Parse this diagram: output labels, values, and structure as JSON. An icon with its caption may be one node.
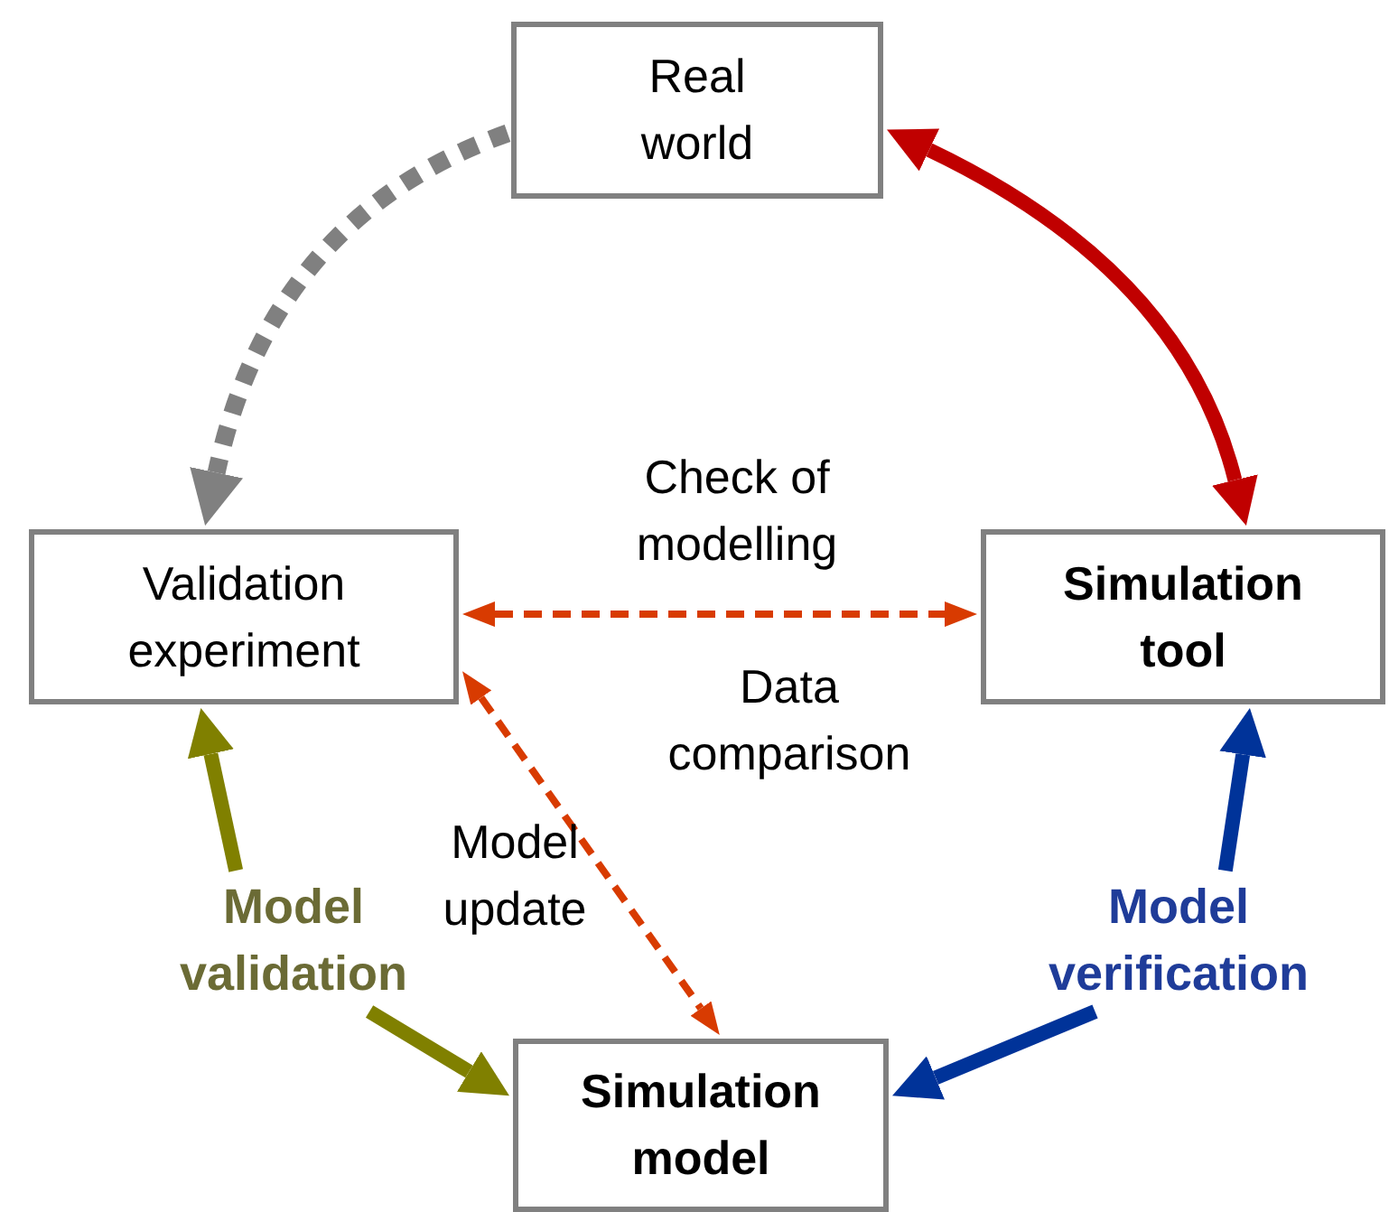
{
  "diagram": {
    "nodes": [
      {
        "text": [
          "Real world"
        ]
      },
      {
        "text": [
          "Validation experiment"
        ]
      },
      {
        "text": [
          "Simulation tool"
        ]
      },
      {
        "text": [
          "Simulation model"
        ]
      },
      {
        "text": [
          "Model validation"
        ]
      },
      {
        "text": [
          "Model verification"
        ]
      }
    ],
    "edges": [
      {
        "from": 0,
        "to": 1,
        "arrow": "to",
        "style": "dashed",
        "color": "#808080"
      },
      {
        "from": 0,
        "to": 2,
        "arrow": "both",
        "color": "#c00000"
      },
      {
        "from": 1,
        "to": 2,
        "arrow": "both",
        "style": "dashed",
        "color": "#d83b01",
        "label": "Check of modelling"
      },
      {
        "from": 1,
        "to": 3,
        "arrow": "both",
        "style": "dashed",
        "color": "#d83b01",
        "label": "Model update"
      },
      {
        "from": 4,
        "to": 1,
        "arrow": "to",
        "color": "#808000"
      },
      {
        "from": 4,
        "to": 3,
        "arrow": "to",
        "color": "#808000"
      },
      {
        "from": 5,
        "to": 2,
        "arrow": "to",
        "color": "#003399"
      },
      {
        "from": 5,
        "to": 3,
        "arrow": "to",
        "color": "#003399"
      }
    ],
    "labels": [
      "Data comparison"
    ]
  }
}
